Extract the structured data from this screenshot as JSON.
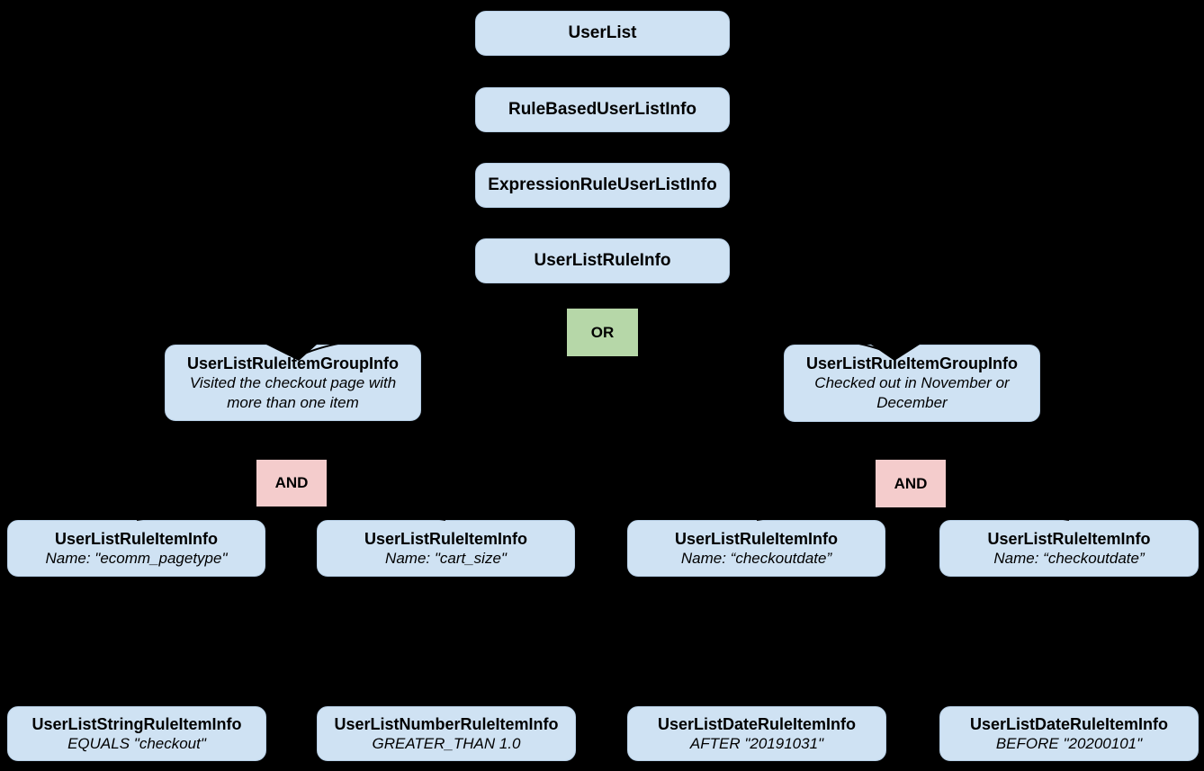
{
  "diagram": {
    "background": "#000000",
    "colors": {
      "node_fill": "#cfe2f3",
      "or_fill": "#b6d7a8",
      "and_fill": "#f4cccc",
      "text": "#000000",
      "connector": "#000000"
    },
    "chain": [
      {
        "label": "UserList"
      },
      {
        "label": "RuleBasedUserListInfo"
      },
      {
        "label": "ExpressionRuleUserListInfo"
      },
      {
        "label": "UserListRuleInfo"
      }
    ],
    "operators": {
      "or_label": "OR",
      "and_left_label": "AND",
      "and_right_label": "AND"
    },
    "groups": [
      {
        "title": "UserListRuleItemGroupInfo",
        "description": "Visited the checkout page with more than one item"
      },
      {
        "title": "UserListRuleItemGroupInfo",
        "description": "Checked out in November or December"
      }
    ],
    "rule_items": [
      {
        "title": "UserListRuleItemInfo",
        "detail": "Name: \"ecomm_pagetype\""
      },
      {
        "title": "UserListRuleItemInfo",
        "detail": "Name: \"cart_size\""
      },
      {
        "title": "UserListRuleItemInfo",
        "detail": "Name: “checkoutdate”"
      },
      {
        "title": "UserListRuleItemInfo",
        "detail": "Name: “checkoutdate”"
      }
    ],
    "leaf_items": [
      {
        "title": "UserListStringRuleItemInfo",
        "detail": "EQUALS \"checkout\""
      },
      {
        "title": "UserListNumberRuleItemInfo",
        "detail": "GREATER_THAN 1.0"
      },
      {
        "title": "UserListDateRuleItemInfo",
        "detail": "AFTER \"20191031\""
      },
      {
        "title": "UserListDateRuleItemInfo",
        "detail": "BEFORE \"20200101\""
      }
    ]
  }
}
